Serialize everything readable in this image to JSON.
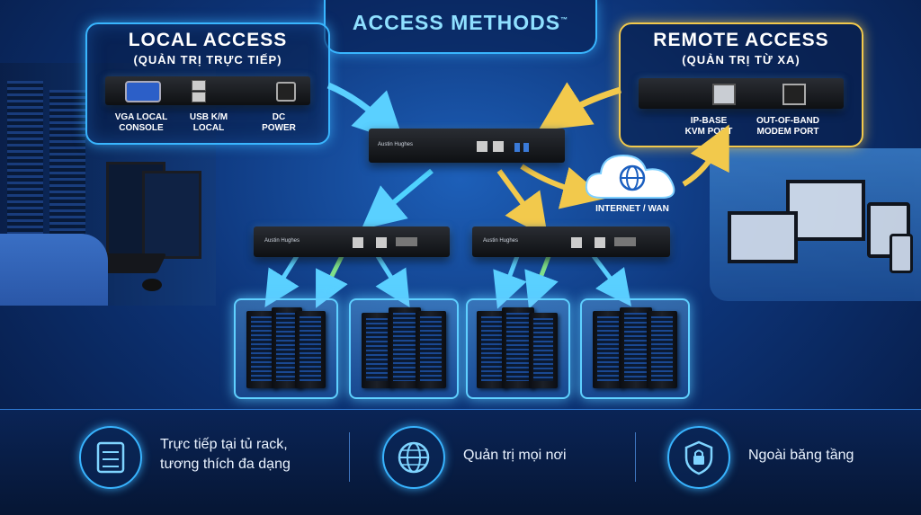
{
  "header": {
    "title": "ACCESS METHODS",
    "trademark": "™"
  },
  "local_access": {
    "title": "LOCAL ACCESS",
    "subtitle": "(QUẢN TRỊ TRỰC TIẾP)",
    "ports": [
      {
        "label": "VGA LOCAL\nCONSOLE",
        "icon": "vga-port-icon"
      },
      {
        "label": "USB K/M\nLOCAL",
        "icon": "usb-port-icon"
      },
      {
        "label": "DC\nPOWER",
        "icon": "dc-power-port-icon"
      }
    ]
  },
  "remote_access": {
    "title": "REMOTE ACCESS",
    "subtitle": "(QUẢN TRỊ TỪ XA)",
    "ports": [
      {
        "label": "IP-BASE\nKVM PORT",
        "icon": "lan-port-icon"
      },
      {
        "label": "OUT-OF-BAND\nMODEM PORT",
        "icon": "modem-port-icon"
      }
    ]
  },
  "devices": {
    "brand": "Austin Hughes"
  },
  "cloud": {
    "label": "INTERNET / WAN",
    "icon": "globe-icon"
  },
  "features": [
    {
      "icon": "rack-server-icon",
      "text_line1": "Trực tiếp tại tủ rack,",
      "text_line2": "tương thích đa dạng"
    },
    {
      "icon": "globe-icon",
      "text_line1": "Quản trị mọi nơi",
      "text_line2": ""
    },
    {
      "icon": "shield-lock-icon",
      "text_line1": "Ngoài băng tầng",
      "text_line2": ""
    }
  ],
  "colors": {
    "accent_blue": "#39b6ff",
    "accent_gold": "#f2c94c",
    "background": "#0d3478"
  }
}
